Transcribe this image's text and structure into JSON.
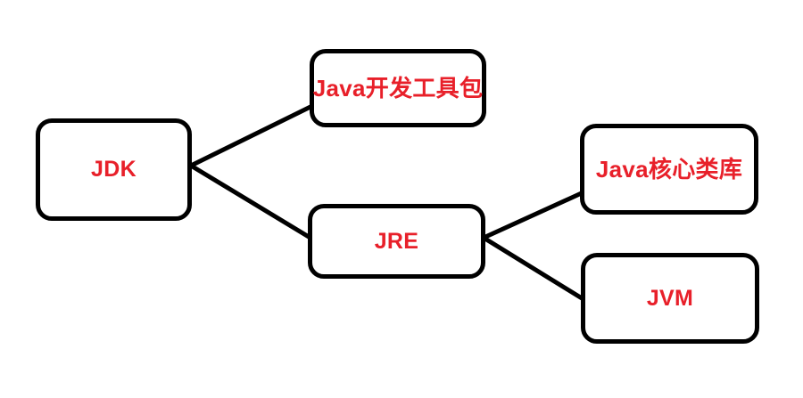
{
  "diagram": {
    "title": "JDK / JRE / JVM composition diagram",
    "accent_color": "#e8202a",
    "stroke_color": "#000000",
    "background_color": "#ffffff",
    "nodes": [
      {
        "id": "jdk",
        "label": "JDK",
        "script": "latin"
      },
      {
        "id": "jdk_full",
        "label": "Java开发工具包",
        "script": "cjk"
      },
      {
        "id": "jre",
        "label": "JRE",
        "script": "latin"
      },
      {
        "id": "corelib",
        "label": "Java核心类库",
        "script": "cjk"
      },
      {
        "id": "jvm",
        "label": "JVM",
        "script": "latin"
      }
    ],
    "edges": [
      {
        "from": "jdk",
        "to": "jdk_full"
      },
      {
        "from": "jdk",
        "to": "jre"
      },
      {
        "from": "jre",
        "to": "corelib"
      },
      {
        "from": "jre",
        "to": "jvm"
      }
    ]
  }
}
